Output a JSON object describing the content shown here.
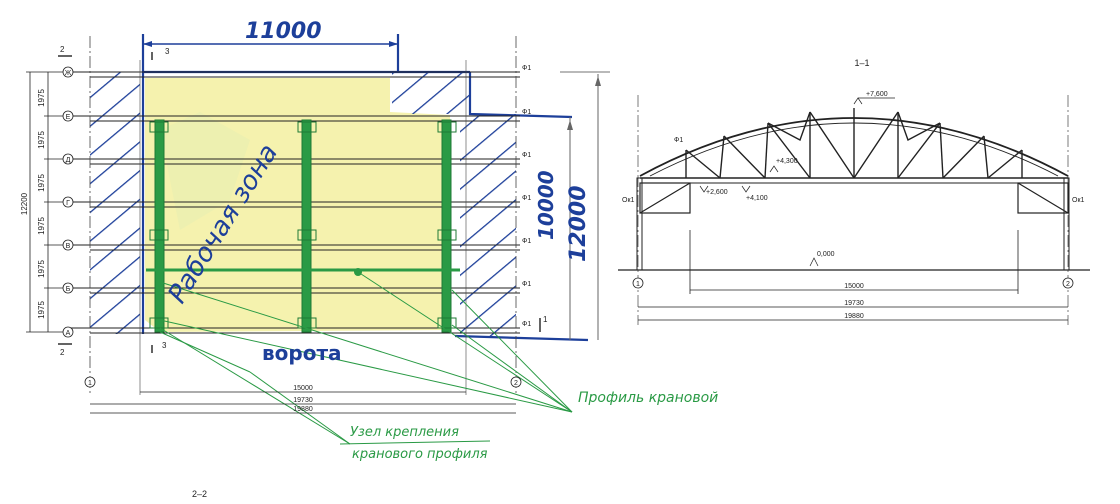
{
  "plan": {
    "axis_letters": [
      "Ж",
      "Е",
      "Д",
      "Г",
      "В",
      "Б",
      "А"
    ],
    "axis_numbers": [
      "1",
      "2"
    ],
    "row_dims": [
      "1975",
      "1975",
      "1975",
      "1975",
      "1975",
      "1975"
    ],
    "total_dim": "12200",
    "bottom_dims": [
      "15000",
      "19730",
      "19880"
    ],
    "phi_labels": [
      "Ф1",
      "Ф1",
      "Ф1",
      "Ф1",
      "Ф1",
      "Ф1",
      "Ф1"
    ],
    "section_marks": {
      "left_top": "2",
      "left_bottom": "2",
      "top_small": "3",
      "bottom_small": "3",
      "right": "1"
    }
  },
  "handwritten": {
    "dim_11000": "11000",
    "dim_10000": "10000",
    "dim_12000": "12000",
    "work_zone": "Рабочая зона",
    "gate": "ворота",
    "crane_profile": "Профиль крановой",
    "node_line1": "Узел крепления",
    "node_line2": "кранового профиля"
  },
  "section": {
    "title": "1–1",
    "elev_top": "+7,600",
    "elev_430": "+4,300",
    "elev_260": "+2,600",
    "elev_410": "+4,100",
    "elev_000": "0,000",
    "phi": "Ф1",
    "ok_left": "Ок1",
    "ok_right": "Ок1",
    "axis_left": "1",
    "axis_right": "2",
    "dims": [
      "15000",
      "19730",
      "19880"
    ]
  },
  "footer": {
    "section_22": "2–2"
  },
  "colors": {
    "blue_ink": "#1d3f9a",
    "green_ink": "#2a9a45",
    "yellow": "#f3f0a0",
    "line": "#222"
  }
}
